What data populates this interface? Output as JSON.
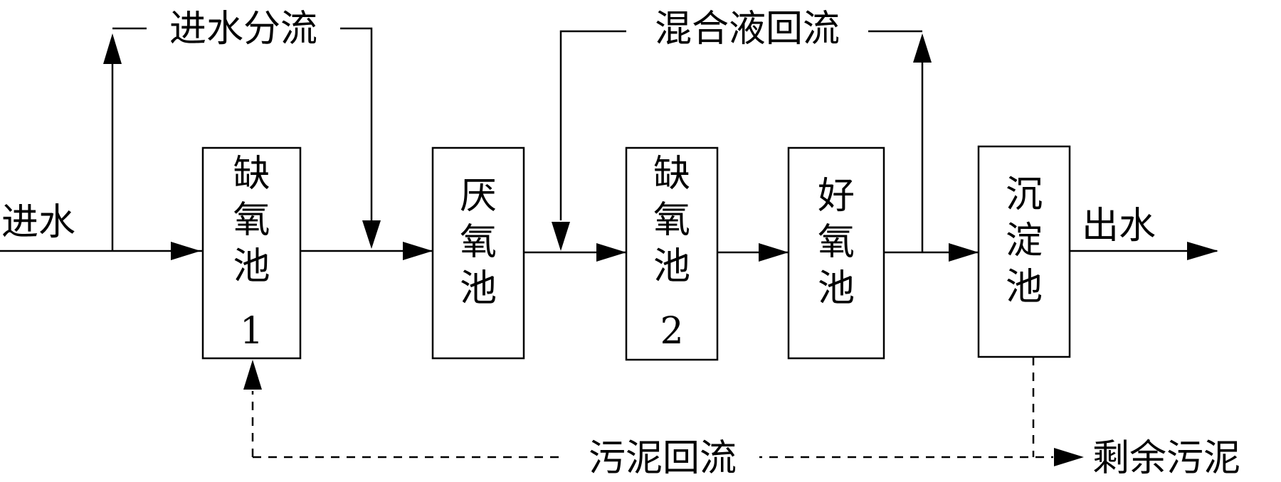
{
  "labels": {
    "inflow": "进水",
    "inflow_split": "进水分流",
    "mixed_liquor_recycle": "混合液回流",
    "effluent": "出水",
    "sludge_recycle": "污泥回流",
    "excess_sludge": "剩余污泥"
  },
  "tanks": [
    {
      "lines": [
        "缺",
        "氧",
        "池",
        "1"
      ]
    },
    {
      "lines": [
        "厌",
        "氧",
        "池"
      ]
    },
    {
      "lines": [
        "缺",
        "氧",
        "池",
        "2"
      ]
    },
    {
      "lines": [
        "好",
        "氧",
        "池"
      ]
    },
    {
      "lines": [
        "沉",
        "淀",
        "池"
      ]
    }
  ]
}
